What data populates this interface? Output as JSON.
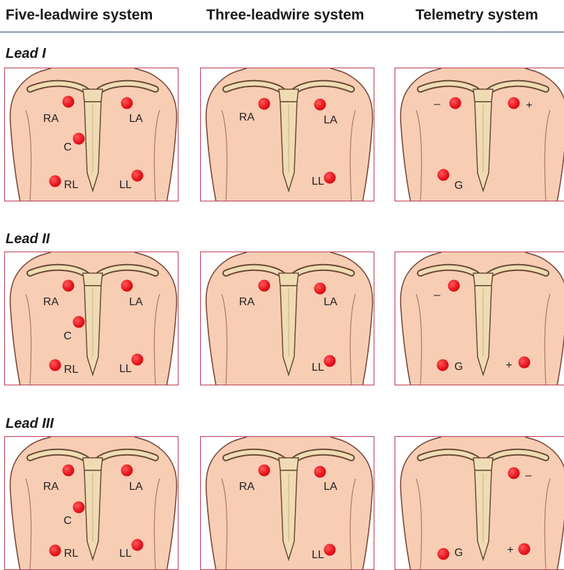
{
  "headers": [
    "Five-leadwire system",
    "Three-leadwire system",
    "Telemetry system"
  ],
  "rows": [
    {
      "title": "Lead I",
      "panels": [
        {
          "electrodes": [
            {
              "label": "RA",
              "dot": [
                91,
                48
              ],
              "text": [
                66,
                73
              ]
            },
            {
              "label": "LA",
              "dot": [
                175,
                50
              ],
              "text": [
                188,
                73
              ]
            },
            {
              "label": "C",
              "dot": [
                106,
                101
              ],
              "text": [
                90,
                114
              ]
            },
            {
              "label": "RL",
              "dot": [
                72,
                162
              ],
              "text": [
                95,
                168
              ]
            },
            {
              "label": "LL",
              "dot": [
                190,
                154
              ],
              "text": [
                173,
                168
              ]
            }
          ]
        },
        {
          "electrodes": [
            {
              "label": "RA",
              "dot": [
                91,
                51
              ],
              "text": [
                66,
                71
              ]
            },
            {
              "label": "LA",
              "dot": [
                171,
                52
              ],
              "text": [
                186,
                75
              ]
            },
            {
              "label": "LL",
              "dot": [
                185,
                157
              ],
              "text": [
                168,
                163
              ]
            }
          ]
        },
        {
          "electrodes": [
            {
              "label": "–",
              "dot": [
                86,
                50
              ],
              "text": [
                60,
                52
              ]
            },
            {
              "label": "+",
              "dot": [
                170,
                50
              ],
              "text": [
                192,
                54
              ]
            },
            {
              "label": "G",
              "dot": [
                69,
                153
              ],
              "text": [
                91,
                169
              ]
            }
          ]
        }
      ]
    },
    {
      "title": "Lead II",
      "panels": [
        {
          "electrodes": [
            {
              "label": "RA",
              "dot": [
                91,
                48
              ],
              "text": [
                66,
                72
              ]
            },
            {
              "label": "LA",
              "dot": [
                175,
                48
              ],
              "text": [
                188,
                72
              ]
            },
            {
              "label": "C",
              "dot": [
                106,
                100
              ],
              "text": [
                90,
                121
              ]
            },
            {
              "label": "RL",
              "dot": [
                72,
                162
              ],
              "text": [
                95,
                169
              ]
            },
            {
              "label": "LL",
              "dot": [
                190,
                154
              ],
              "text": [
                173,
                168
              ]
            }
          ]
        },
        {
          "electrodes": [
            {
              "label": "RA",
              "dot": [
                91,
                48
              ],
              "text": [
                66,
                72
              ]
            },
            {
              "label": "LA",
              "dot": [
                171,
                52
              ],
              "text": [
                186,
                72
              ]
            },
            {
              "label": "LL",
              "dot": [
                185,
                156
              ],
              "text": [
                168,
                166
              ]
            }
          ]
        },
        {
          "electrodes": [
            {
              "label": "–",
              "dot": [
                84,
                48
              ],
              "text": [
                60,
                62
              ]
            },
            {
              "label": "G",
              "dot": [
                68,
                162
              ],
              "text": [
                91,
                165
              ]
            },
            {
              "label": "+",
              "dot": [
                185,
                158
              ],
              "text": [
                163,
                163
              ]
            }
          ]
        }
      ]
    },
    {
      "title": "Lead III",
      "panels": [
        {
          "electrodes": [
            {
              "label": "RA",
              "dot": [
                91,
                48
              ],
              "text": [
                66,
                72
              ]
            },
            {
              "label": "LA",
              "dot": [
                175,
                48
              ],
              "text": [
                188,
                72
              ]
            },
            {
              "label": "C",
              "dot": [
                106,
                101
              ],
              "text": [
                90,
                121
              ]
            },
            {
              "label": "RL",
              "dot": [
                72,
                163
              ],
              "text": [
                95,
                168
              ]
            },
            {
              "label": "LL",
              "dot": [
                190,
                155
              ],
              "text": [
                173,
                168
              ]
            }
          ]
        },
        {
          "electrodes": [
            {
              "label": "RA",
              "dot": [
                91,
                48
              ],
              "text": [
                66,
                72
              ]
            },
            {
              "label": "LA",
              "dot": [
                171,
                50
              ],
              "text": [
                186,
                72
              ]
            },
            {
              "label": "LL",
              "dot": [
                185,
                162
              ],
              "text": [
                168,
                170
              ]
            }
          ]
        },
        {
          "electrodes": [
            {
              "label": "–",
              "dot": [
                170,
                52
              ],
              "text": [
                191,
                56
              ]
            },
            {
              "label": "G",
              "dot": [
                69,
                168
              ],
              "text": [
                91,
                167
              ]
            },
            {
              "label": "+",
              "dot": [
                185,
                161
              ],
              "text": [
                165,
                163
              ]
            }
          ]
        }
      ]
    }
  ]
}
